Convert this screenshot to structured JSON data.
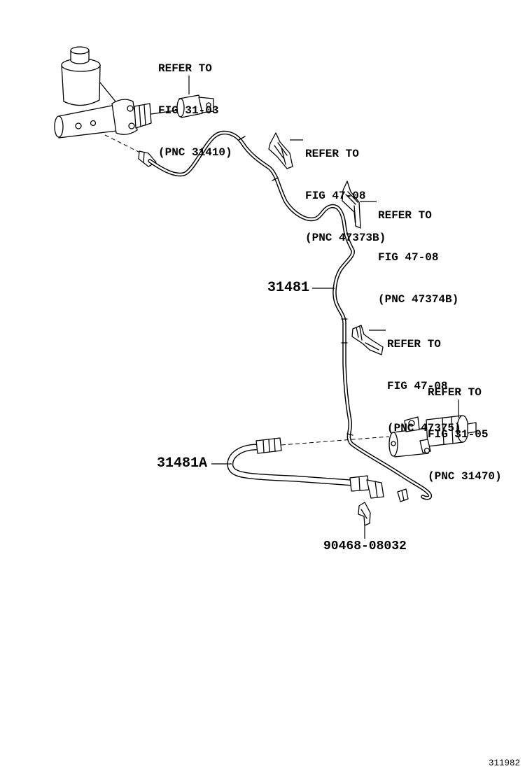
{
  "colors": {
    "ink": "#000000",
    "paper": "#ffffff"
  },
  "refs": {
    "master_cylinder": {
      "line1": "REFER TO",
      "line2": "FIG 31-03",
      "line3": "(PNC 31410)"
    },
    "clamp_a": {
      "line1": "REFER TO",
      "line2": "FIG 47-08",
      "line3": "(PNC 47373B)"
    },
    "clamp_b": {
      "line1": "REFER TO",
      "line2": "FIG 47-08",
      "line3": "(PNC 47374B)"
    },
    "clamp_c": {
      "line1": "REFER TO",
      "line2": "FIG 47-08",
      "line3": "(PNC 47375)"
    },
    "release_cylinder": {
      "line1": "REFER TO",
      "line2": "FIG 31-05",
      "line3": "(PNC 31470)"
    }
  },
  "part_numbers": {
    "tube": "31481",
    "hose": "31481A",
    "clip": "90468-08032"
  },
  "illustration_id": "311982"
}
